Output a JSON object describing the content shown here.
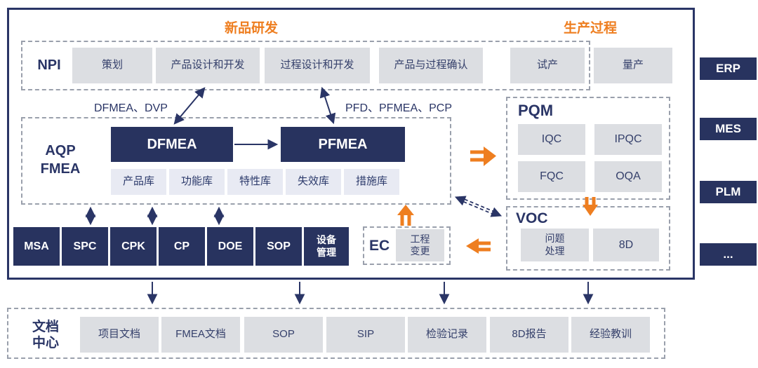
{
  "header": {
    "rd_title": "新品研发",
    "production_title": "生产过程"
  },
  "npi": {
    "label": "NPI",
    "stages": [
      "策划",
      "产品设计和开发",
      "过程设计和开发",
      "产品与过程确认",
      "试产"
    ],
    "mass_production": "量产"
  },
  "aqp": {
    "label": "AQP\nFMEA",
    "dfmea": "DFMEA",
    "pfmea": "PFMEA",
    "dfmea_note": "DFMEA、DVP",
    "pfmea_note": "PFD、PFMEA、PCP",
    "libraries": [
      "产品库",
      "功能库",
      "特性库",
      "失效库",
      "措施库"
    ]
  },
  "pqm": {
    "label": "PQM",
    "cells": [
      "IQC",
      "IPQC",
      "FQC",
      "OQA"
    ]
  },
  "voc": {
    "label": "VOC",
    "cells": [
      "问题\n处理",
      "8D"
    ]
  },
  "tools": [
    "MSA",
    "SPC",
    "CPK",
    "CP",
    "DOE",
    "SOP",
    "设备\n管理"
  ],
  "ec": {
    "label": "EC",
    "item": "工程\n变更"
  },
  "systems": [
    "ERP",
    "MES",
    "PLM",
    "..."
  ],
  "doc_center": {
    "label": "文档\n中心",
    "docs": [
      "项目文档",
      "FMEA文档",
      "SOP",
      "SIP",
      "检验记录",
      "8D报告",
      "经验教训"
    ]
  },
  "colors": {
    "navy": "#28335f",
    "navy_text": "#2a3566",
    "orange": "#ee7e20",
    "gray_box": "#dcdee2",
    "lavender_box": "#e8eaf3",
    "dash_border": "#9aa0ac"
  }
}
